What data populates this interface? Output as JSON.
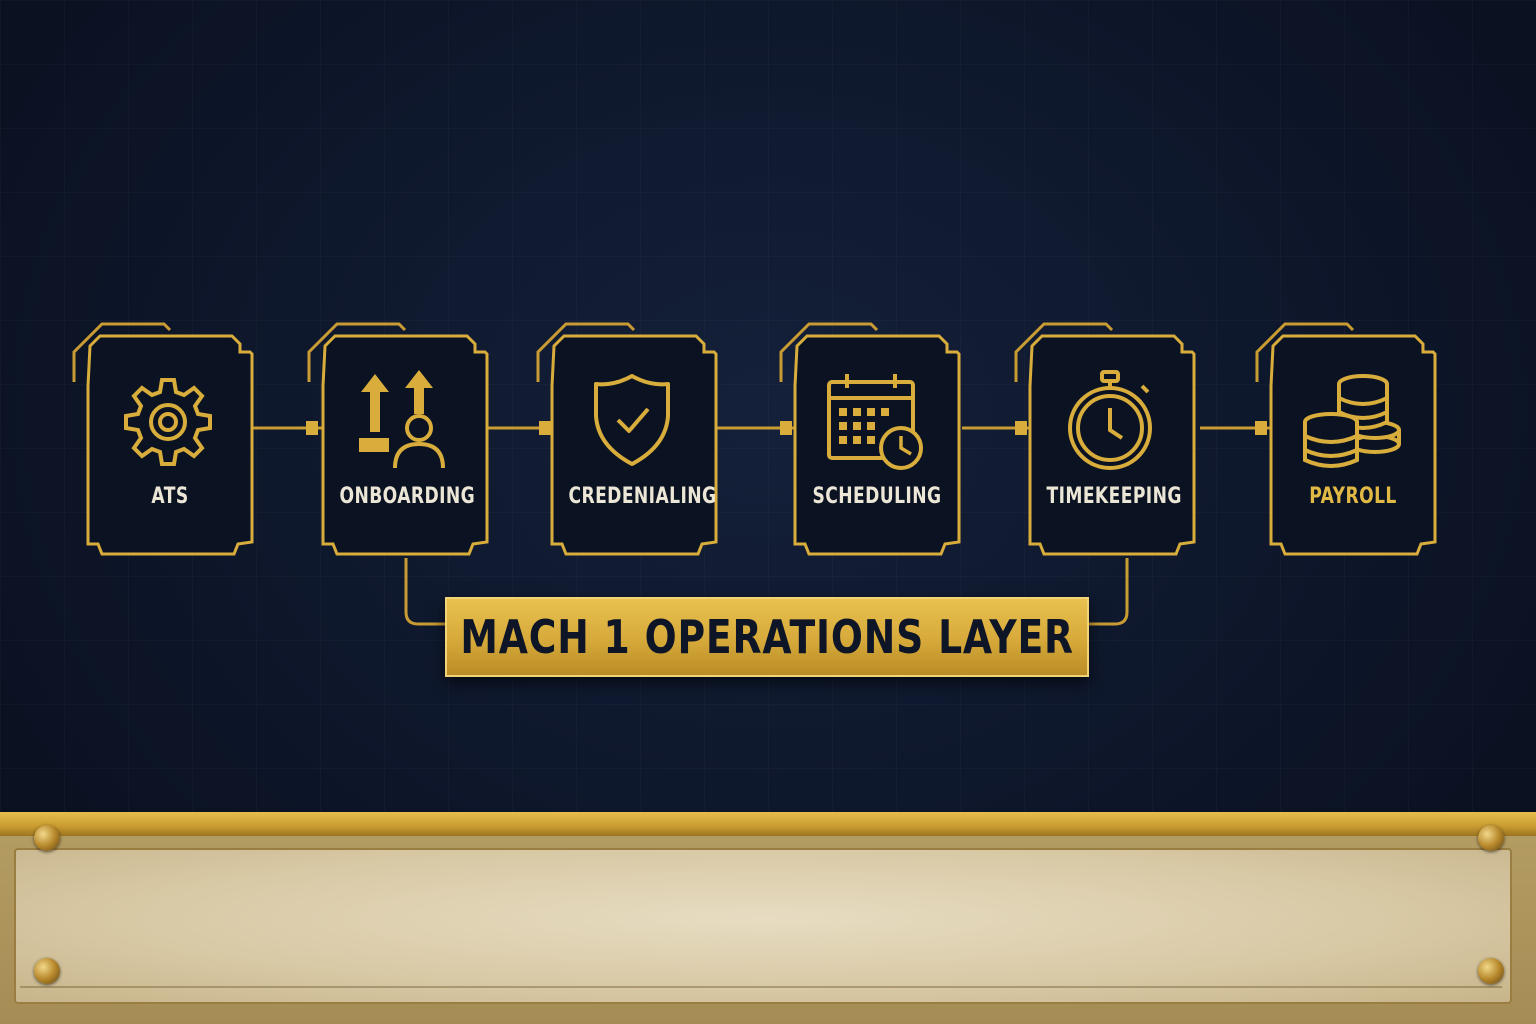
{
  "steps": [
    {
      "label": "ATS",
      "icon": "gear-icon"
    },
    {
      "label": "ONBOARDING",
      "icon": "onboarding-icon"
    },
    {
      "label": "CREDENIALING",
      "icon": "shield-check-icon"
    },
    {
      "label": "SCHEDULING",
      "icon": "calendar-clock-icon"
    },
    {
      "label": "TIMEKEEPING",
      "icon": "stopwatch-icon"
    },
    {
      "label": "PAYROLL",
      "icon": "coins-icon"
    }
  ],
  "banner": {
    "text": "MACH 1 OPERATIONS LAYER"
  },
  "colors": {
    "gold": "#d8ad3c",
    "background": "#0d1629",
    "plate": "#ddd0b0",
    "label": "#ece6d6"
  }
}
